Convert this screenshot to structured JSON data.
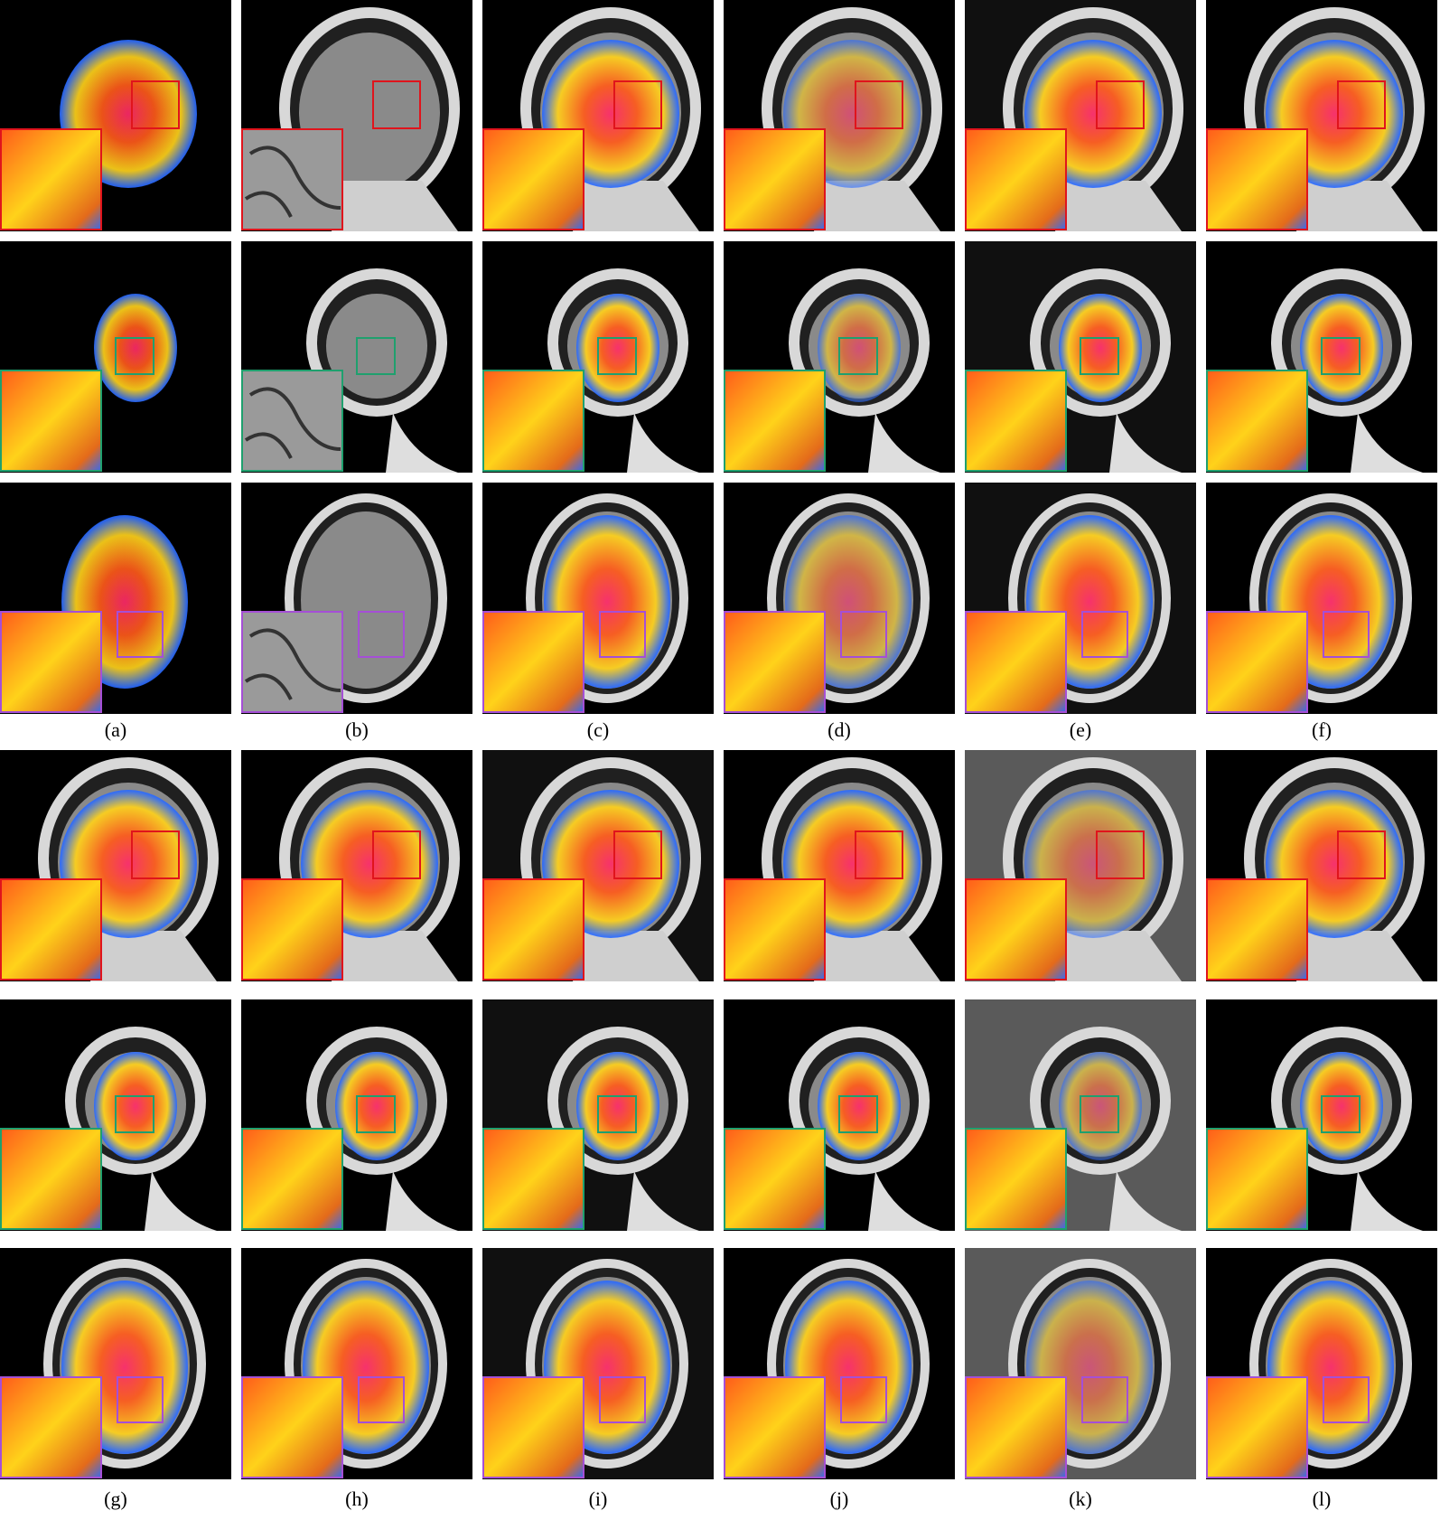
{
  "figure": {
    "top_captions": [
      "(a)",
      "(b)",
      "(c)",
      "(d)",
      "(e)",
      "(f)"
    ],
    "bottom_captions": [
      "(g)",
      "(h)",
      "(i)",
      "(j)",
      "(k)",
      "(l)"
    ],
    "row_slices": [
      "coronal",
      "posterior-coronal",
      "axial",
      "coronal",
      "posterior-coronal",
      "axial"
    ],
    "zoom_box_colors": [
      "#e0141c",
      "#1fa06e",
      "#a54fd6"
    ],
    "top_panels": [
      "pet",
      "mri",
      "fused",
      "fused-faded",
      "fused-grey-bg",
      "fused-sharp"
    ],
    "bottom_panels": [
      "fused-sharp",
      "fused-soft",
      "fused-grey-bg",
      "fused",
      "fused-light-grey-bg",
      "fused-sharp"
    ]
  }
}
